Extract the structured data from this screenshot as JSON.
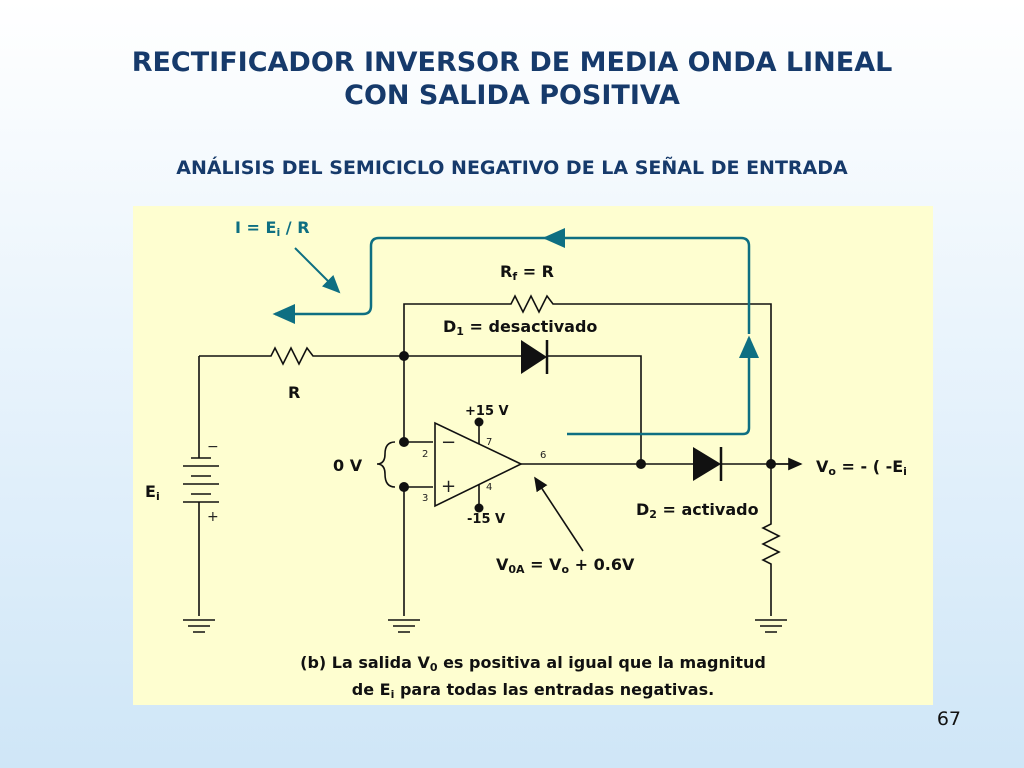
{
  "title_line1": "RECTIFICADOR INVERSOR DE MEDIA ONDA LINEAL",
  "title_line2": "CON SALIDA POSITIVA",
  "subtitle": "ANÁLISIS DEL SEMICICLO NEGATIVO DE LA SEÑAL DE ENTRADA",
  "labels": {
    "current_main": "I = E",
    "current_sub": "i",
    "current_tail": " / R",
    "rf_main": "R",
    "rf_sub": "f",
    "rf_tail": " = R",
    "d1_main": "D",
    "d1_sub": "1",
    "d1_tail": " = desactivado",
    "r": "R",
    "vplus": "+15 V",
    "vminus": "-15 V",
    "zero_v": "0 V",
    "ei_main": "E",
    "ei_sub": "i",
    "d2_main": "D",
    "d2_sub": "2",
    "d2_tail": " = activado",
    "vo_main": "V",
    "vo_sub": "o",
    "vo_tail": " = - ( -E",
    "vo_sub2": "i",
    "v0a_main": "V",
    "v0a_sub": "0A",
    "v0a_mid": " = V",
    "v0a_sub2": "o",
    "v0a_tail": " + 0.6V",
    "pin2": "2",
    "pin3": "3",
    "pin4": "4",
    "pin6": "6",
    "pin7": "7",
    "opamp_minus": "−",
    "opamp_plus": "+",
    "bat_minus": "−",
    "bat_plus": "+"
  },
  "caption": {
    "line1_a": "(b) La salida V",
    "line1_sub": "0",
    "line1_b": " es positiva al igual que la magnitud",
    "line2_a": "de E",
    "line2_sub": "i",
    "line2_b": "  para todas las entradas negativas."
  },
  "page_number": "67",
  "colors": {
    "title": "#163a6b",
    "panel": "#fefed0",
    "current_path": "#0e6f82"
  }
}
